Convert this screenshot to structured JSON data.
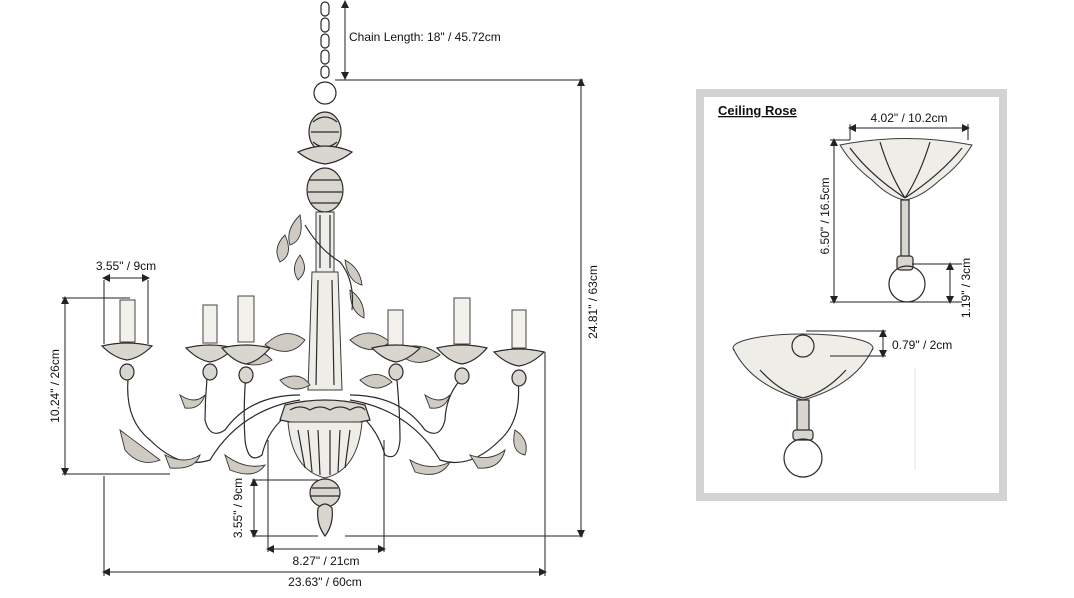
{
  "main_drawing": {
    "chain_length": "Chain Length: 18\" / 45.72cm",
    "total_height": "24.81\" / 63cm",
    "cup_width": "3.55\" / 9cm",
    "arm_height": "10.24\" / 26cm",
    "bottom_height": "3.55\" / 9cm",
    "body_width": "8.27\" / 21cm",
    "total_width": "23.63\" / 60cm"
  },
  "ceiling_rose": {
    "title": "Ceiling Rose",
    "top_width": "4.02\" / 10.2cm",
    "height": "6.50\" / 16.5cm",
    "ring_height": "1.19\" / 3cm",
    "cup_depth": "0.79\" / 2cm"
  },
  "colors": {
    "panel_border": "#d3d3d3",
    "line": "#222222"
  }
}
